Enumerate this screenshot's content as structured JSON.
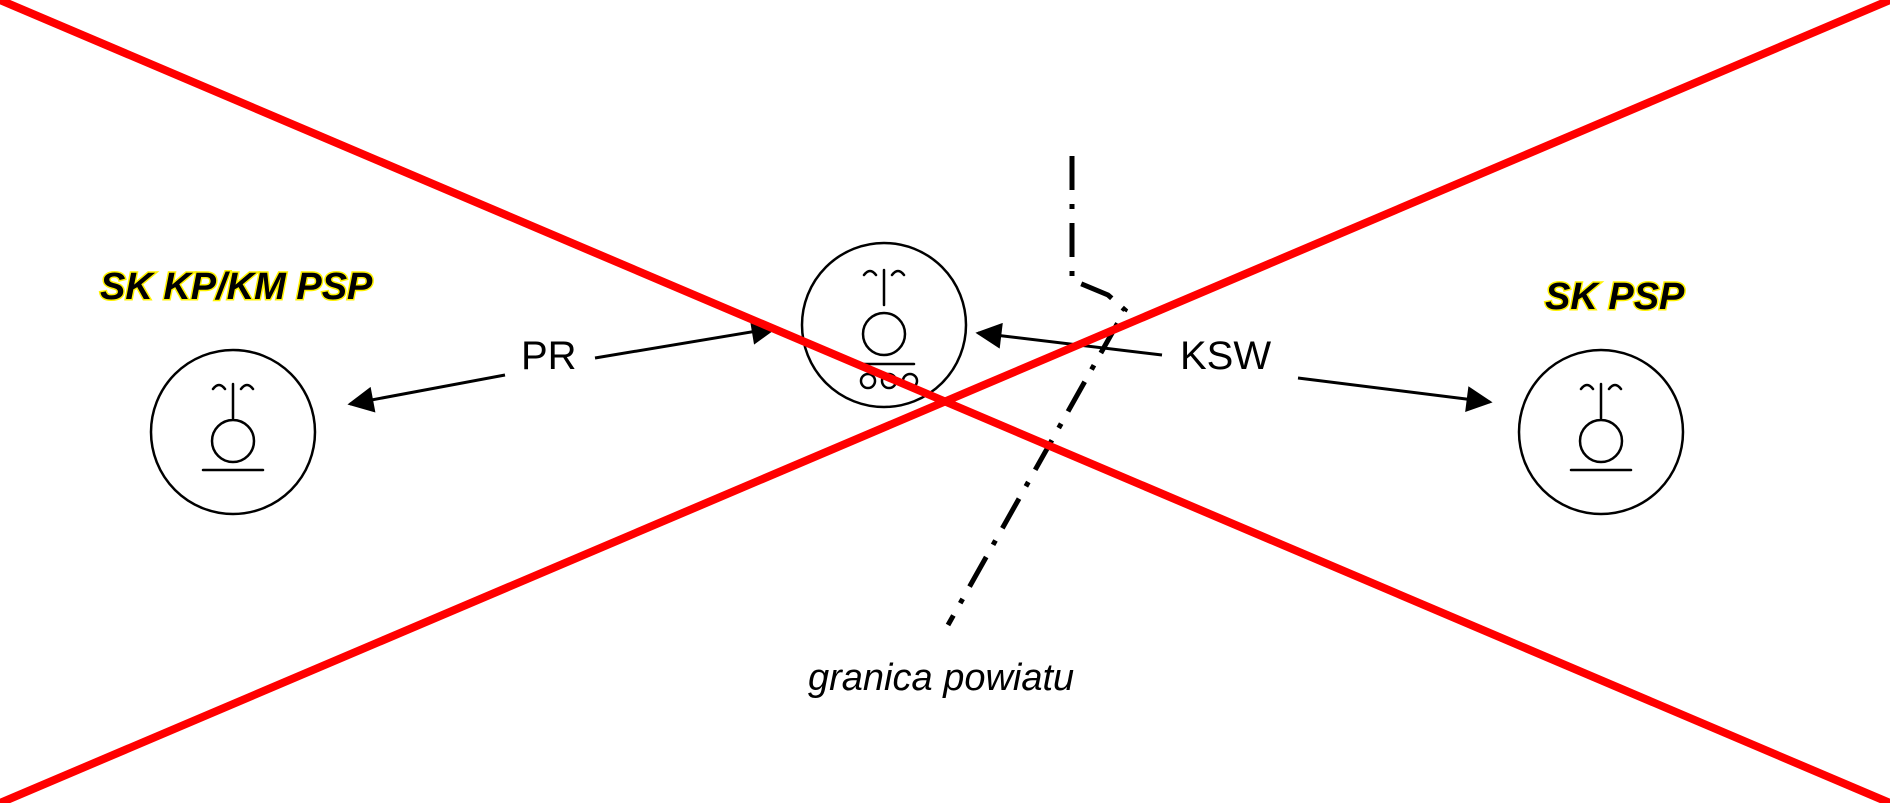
{
  "diagram": {
    "stations": {
      "left": {
        "heading": "SK KP/KM PSP"
      },
      "center": {
        "heading": ""
      },
      "right": {
        "heading": "SK PSP"
      }
    },
    "links": {
      "pr": {
        "label": "PR"
      },
      "ksw": {
        "label": "KSW"
      }
    },
    "boundary": {
      "label": "granica powiatu"
    },
    "overlay": {
      "crossed_out": true,
      "color": "#ff0000"
    },
    "heading_highlight_color": "#fff200"
  }
}
